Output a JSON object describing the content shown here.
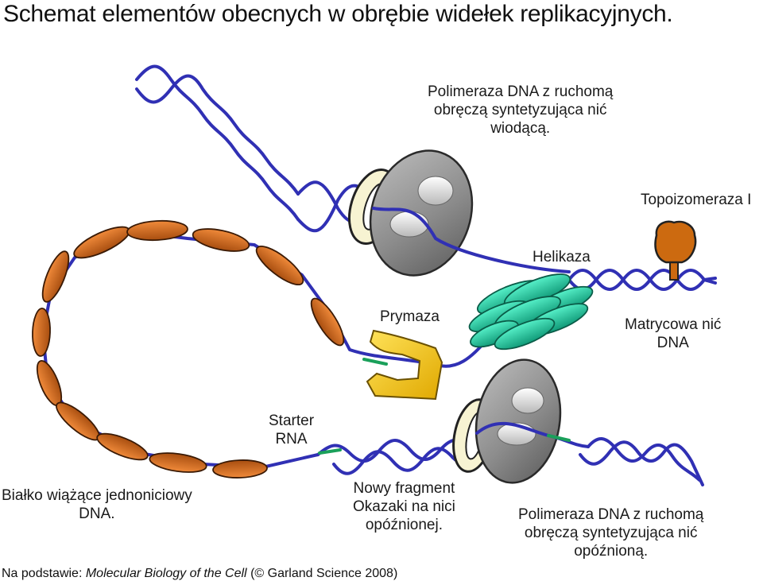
{
  "title": "Schemat elementów obecnych w obrębie widełek replikacyjnych.",
  "labels": {
    "polymerase_leading": [
      "Polimeraza DNA z ruchomą",
      "obręczą syntetyzująca nić",
      "wiodącą."
    ],
    "topoisomerase": "Topoizomeraza I",
    "helicase": "Helikaza",
    "primase": "Prymaza",
    "template_strand": [
      "Matrycowa nić",
      "DNA"
    ],
    "starter_rna": [
      "Starter",
      "RNA"
    ],
    "ssb": [
      "Białko wiążące jednoniciowy",
      "DNA."
    ],
    "okazaki": [
      "Nowy fragment",
      "Okazaki na nici",
      "opóźnionej."
    ],
    "polymerase_lagging": [
      "Polimeraza DNA z ruchomą",
      "obręczą syntetyzująca nić",
      "opóźnioną."
    ]
  },
  "credit": {
    "prefix": "Na podstawie:",
    "source": "Molecular Biology of the Cell",
    "suffix": "(© Garland Science 2008)"
  },
  "colors": {
    "dna": "#3030b4",
    "ssb_protein": "#d2691e",
    "helicase": "#22c9a0",
    "primase": "#f2c200",
    "polymerase": "#8a8a8a",
    "clamp": "#f7f3d2",
    "topoisomerase": "#cc6a10",
    "rna_primer": "#1aa05a"
  }
}
